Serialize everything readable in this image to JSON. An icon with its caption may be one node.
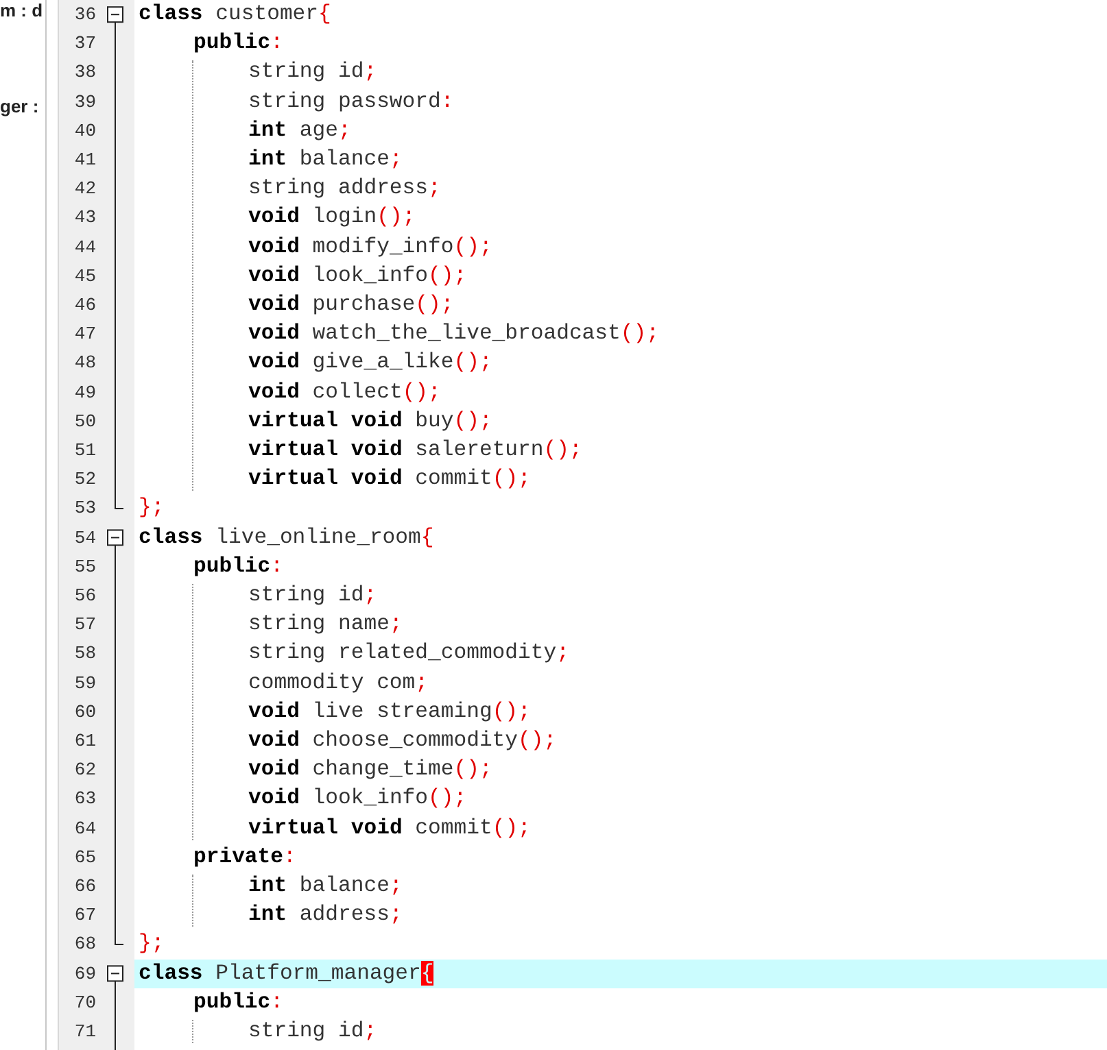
{
  "diagram": {
    "labels": [
      "m : d",
      "ger :",
      "36",
      "**class** customer{",
      "37",
      "**public**:",
      "38",
      "string id;",
      "39",
      "string password:",
      "40",
      "**int** age;",
      "41",
      "**int** balance;",
      "42",
      "string address;",
      "43",
      "**void** login();",
      "44",
      "**void** modify_info();",
      "45",
      "**void** look_info();",
      "46",
      "**void** purchase();",
      "47",
      "**void** watch_the_live_broadcast();",
      "48",
      "**void** give_a_like();",
      "49",
      "**void** collect();",
      "50",
      "**virtual** **void** buy();",
      "51",
      "**virtual** **void** salereturn();",
      "52",
      "**virtual** **void** commit();",
      "53",
      "};",
      "54",
      "**class** live_online_room{",
      "55",
      "**public**:",
      "56",
      "string id;",
      "57",
      "string name;",
      "58",
      "string related_commodity;",
      "59",
      "commodity com;",
      "60",
      "**void** live streaming();",
      "61",
      "**void** choose_commodity();",
      "62",
      "**void** change_time();",
      "63",
      "**void** look_info();",
      "64",
      "**virtual** **void** commit();",
      "65",
      "**private**:",
      "66",
      "**int** balance;",
      "67",
      "**int** address;",
      "68",
      "};",
      "69",
      "**class** Platform_manager{",
      "70",
      "**public**:",
      "71",
      "string id;"
    ]
  }
}
